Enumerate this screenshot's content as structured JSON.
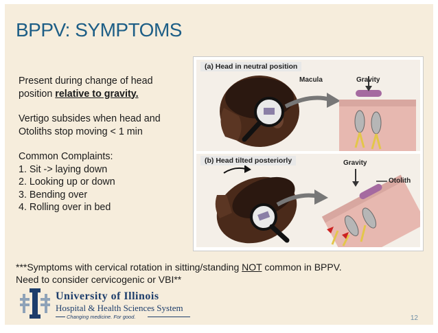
{
  "slide": {
    "title": "BPPV: SYMPTOMS",
    "body": {
      "line1_pre": "Present during change of head position ",
      "line1_emph": "relative to gravity.",
      "line2": "Vertigo subsides when head and",
      "line3": "Otoliths stop moving  < 1 min",
      "complaints_heading": "Common Complaints:",
      "complaints": [
        "1.  Sit -> laying down",
        "2.  Looking up or down",
        "3.  Bending over",
        "4.  Rolling over in bed"
      ]
    },
    "note": {
      "pre": "***Symptoms with cervical rotation in sitting/standing ",
      "emph": "NOT",
      "post": " common in BPPV.",
      "line2": "Need to consider cervicogenic or VBI**"
    },
    "figure": {
      "panel_a": {
        "label": "(a) Head in neutral position",
        "macula": "Macula",
        "gravity": "Gravity"
      },
      "panel_b": {
        "label": "(b) Head tilted posteriorly",
        "gravity": "Gravity",
        "otolith": "Otolith"
      }
    },
    "logo": {
      "line1": "University of Illinois",
      "line2": "Hospital & Health Sciences System",
      "line3": "Changing medicine. For good."
    },
    "page_number": "12"
  },
  "colors": {
    "background": "#f6eddc",
    "title": "#1d5e86",
    "logo": "#1d3d6b"
  }
}
